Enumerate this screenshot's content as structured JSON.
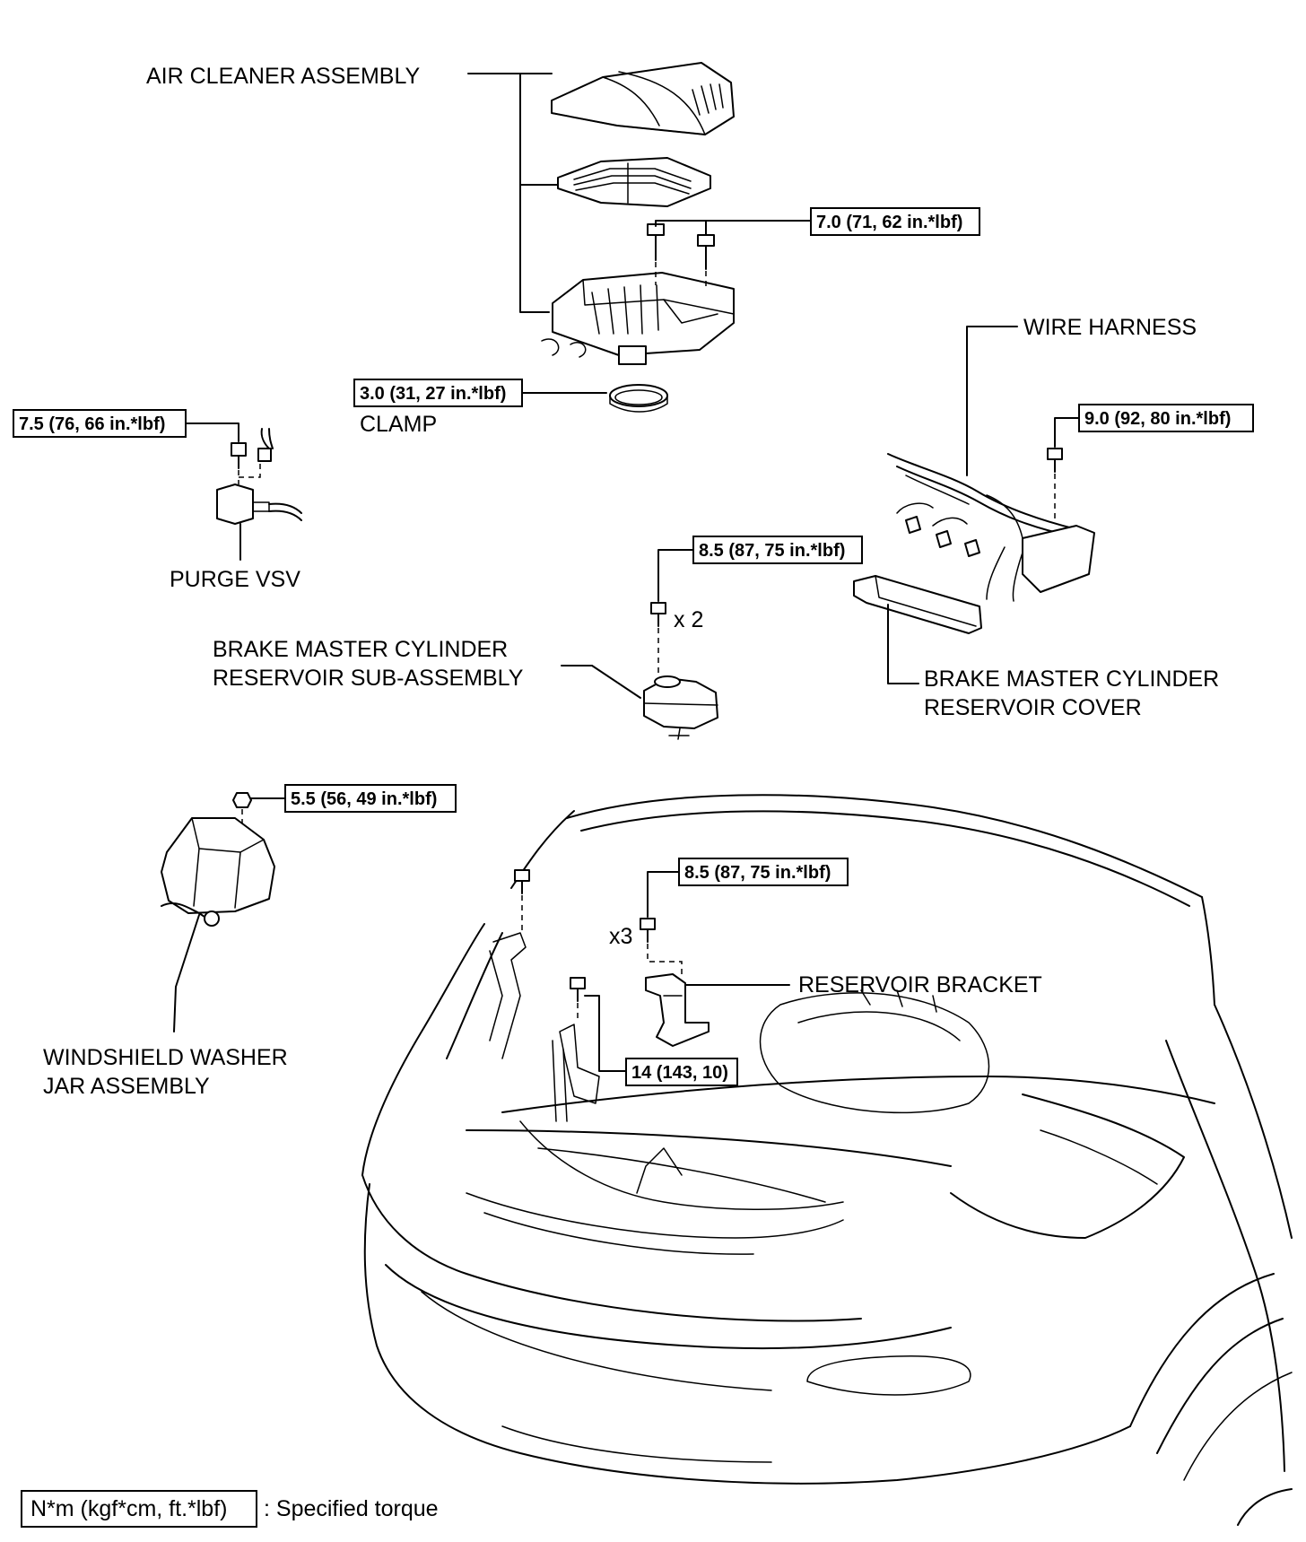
{
  "labels": {
    "air_cleaner_assembly": "AIR CLEANER ASSEMBLY",
    "wire_harness": "WIRE HARNESS",
    "clamp": "CLAMP",
    "purge_vsv": "PURGE VSV",
    "brake_master_cylinder_reservoir_sub_assembly_line1": "BRAKE MASTER CYLINDER",
    "brake_master_cylinder_reservoir_sub_assembly_line2": "RESERVOIR SUB-ASSEMBLY",
    "brake_master_cylinder_reservoir_cover_line1": "BRAKE MASTER CYLINDER",
    "brake_master_cylinder_reservoir_cover_line2": "RESERVOIR COVER",
    "reservoir_bracket": "RESERVOIR BRACKET",
    "windshield_washer_jar_assembly_line1": "WINDSHIELD WASHER",
    "windshield_washer_jar_assembly_line2": "JAR ASSEMBLY"
  },
  "torques": {
    "air_cleaner_bolt": "7.0 (71, 62 in.*lbf)",
    "clamp": "3.0 (31, 27 in.*lbf)",
    "purge_vsv_bolt": "7.5 (76, 66 in.*lbf)",
    "wire_harness_bolt": "9.0 (92, 80 in.*lbf)",
    "reservoir_bolt": "8.5 (87, 75 in.*lbf)",
    "washer_jar_nut": "5.5 (56, 49 in.*lbf)",
    "reservoir_bracket_bolt": "8.5 (87, 75 in.*lbf)",
    "bracket_lower_bolt": "14 (143, 10)"
  },
  "quantities": {
    "reservoir_bolts": "x 2",
    "bracket_bolts": "x3"
  },
  "legend": {
    "unit_box": "N*m (kgf*cm, ft.*lbf)",
    "description": ": Specified torque"
  }
}
